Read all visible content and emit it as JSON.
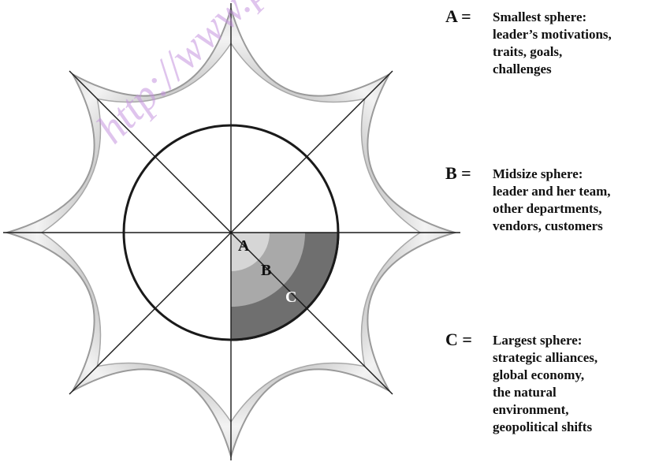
{
  "diagram": {
    "wedge_labels": {
      "a": "A",
      "b": "B",
      "c": "C"
    },
    "legend": [
      {
        "key": "A =",
        "text": "Smallest sphere:\nleader’s motivations,\ntraits, goals,\nchallenges"
      },
      {
        "key": "B =",
        "text": "Midsize sphere:\nleader and her team,\nother departments,\nvendors, customers"
      },
      {
        "key": "C =",
        "text": "Largest sphere:\nstrategic alliances,\nglobal economy,\nthe natural\nenvironment,\ngeopolitical shifts"
      }
    ],
    "watermark": "http://www.pbook"
  },
  "colors": {
    "web_fill_dark": "#b3b3b3",
    "web_fill_light": "#f2f2f2",
    "ring_a": "#d6d6d6",
    "ring_b": "#a9a9a9",
    "ring_c": "#6f6f6f",
    "line": "#1a1a1a"
  }
}
